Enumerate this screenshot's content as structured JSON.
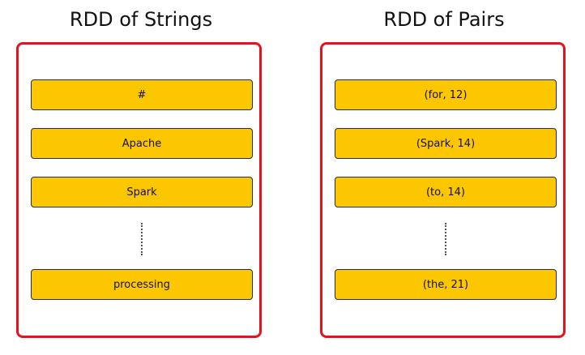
{
  "left_panel": {
    "title": "RDD of Strings",
    "items": [
      "#",
      "Apache",
      "Spark",
      "processing"
    ]
  },
  "right_panel": {
    "title": "RDD of Pairs",
    "items": [
      "(for, 12)",
      "(Spark, 14)",
      "(to, 14)",
      "(the, 21)"
    ]
  },
  "colors": {
    "border": "#e3141d",
    "item_fill": "#fdc700"
  }
}
